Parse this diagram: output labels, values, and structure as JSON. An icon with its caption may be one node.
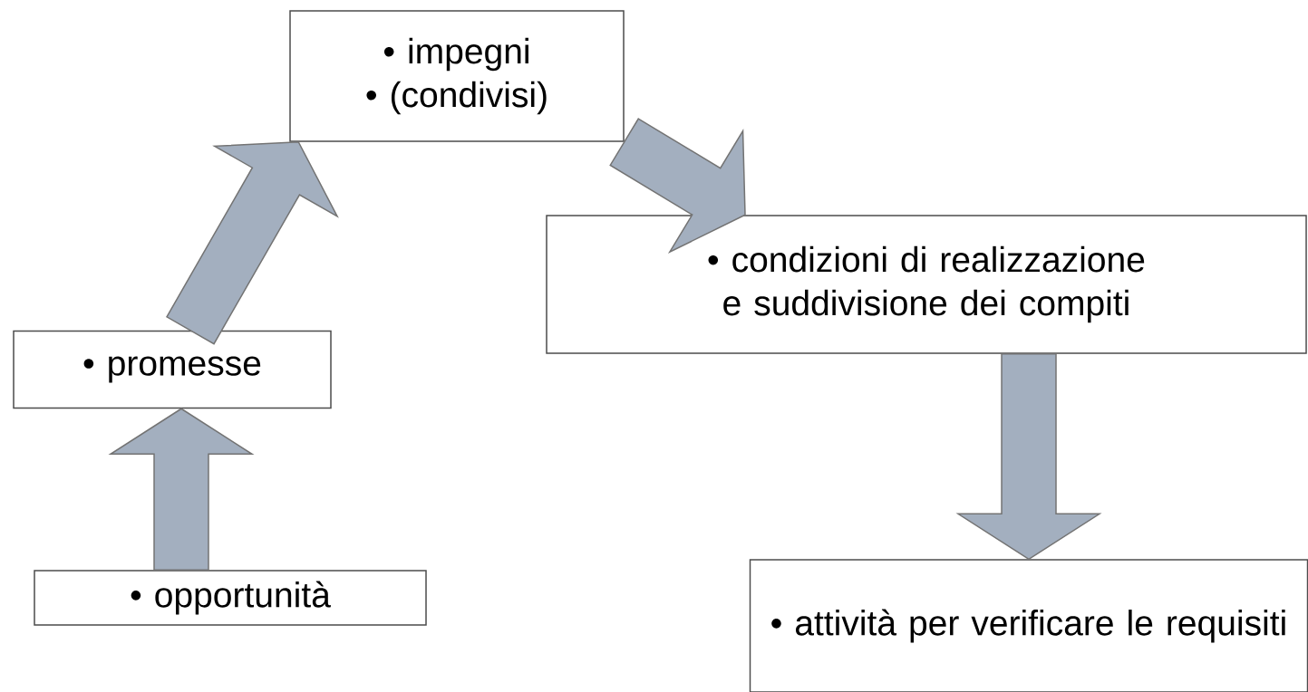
{
  "diagram": {
    "nodes": [
      {
        "text": [
          "• opportunità"
        ]
      },
      {
        "text": [
          "• promesse"
        ]
      },
      {
        "text": [
          "• impegni",
          "• (condivisi)"
        ]
      },
      {
        "text": [
          "• condizioni di realizzazione e suddivisione dei compiti"
        ]
      },
      {
        "text": [
          "• attività per verificare le requisiti"
        ]
      }
    ],
    "edges": [
      {
        "from": 0,
        "to": 1,
        "arrow": "to"
      },
      {
        "from": 1,
        "to": 2,
        "arrow": "to"
      },
      {
        "from": 2,
        "to": 3,
        "arrow": "to"
      },
      {
        "from": 3,
        "to": 4,
        "arrow": "to"
      }
    ]
  }
}
